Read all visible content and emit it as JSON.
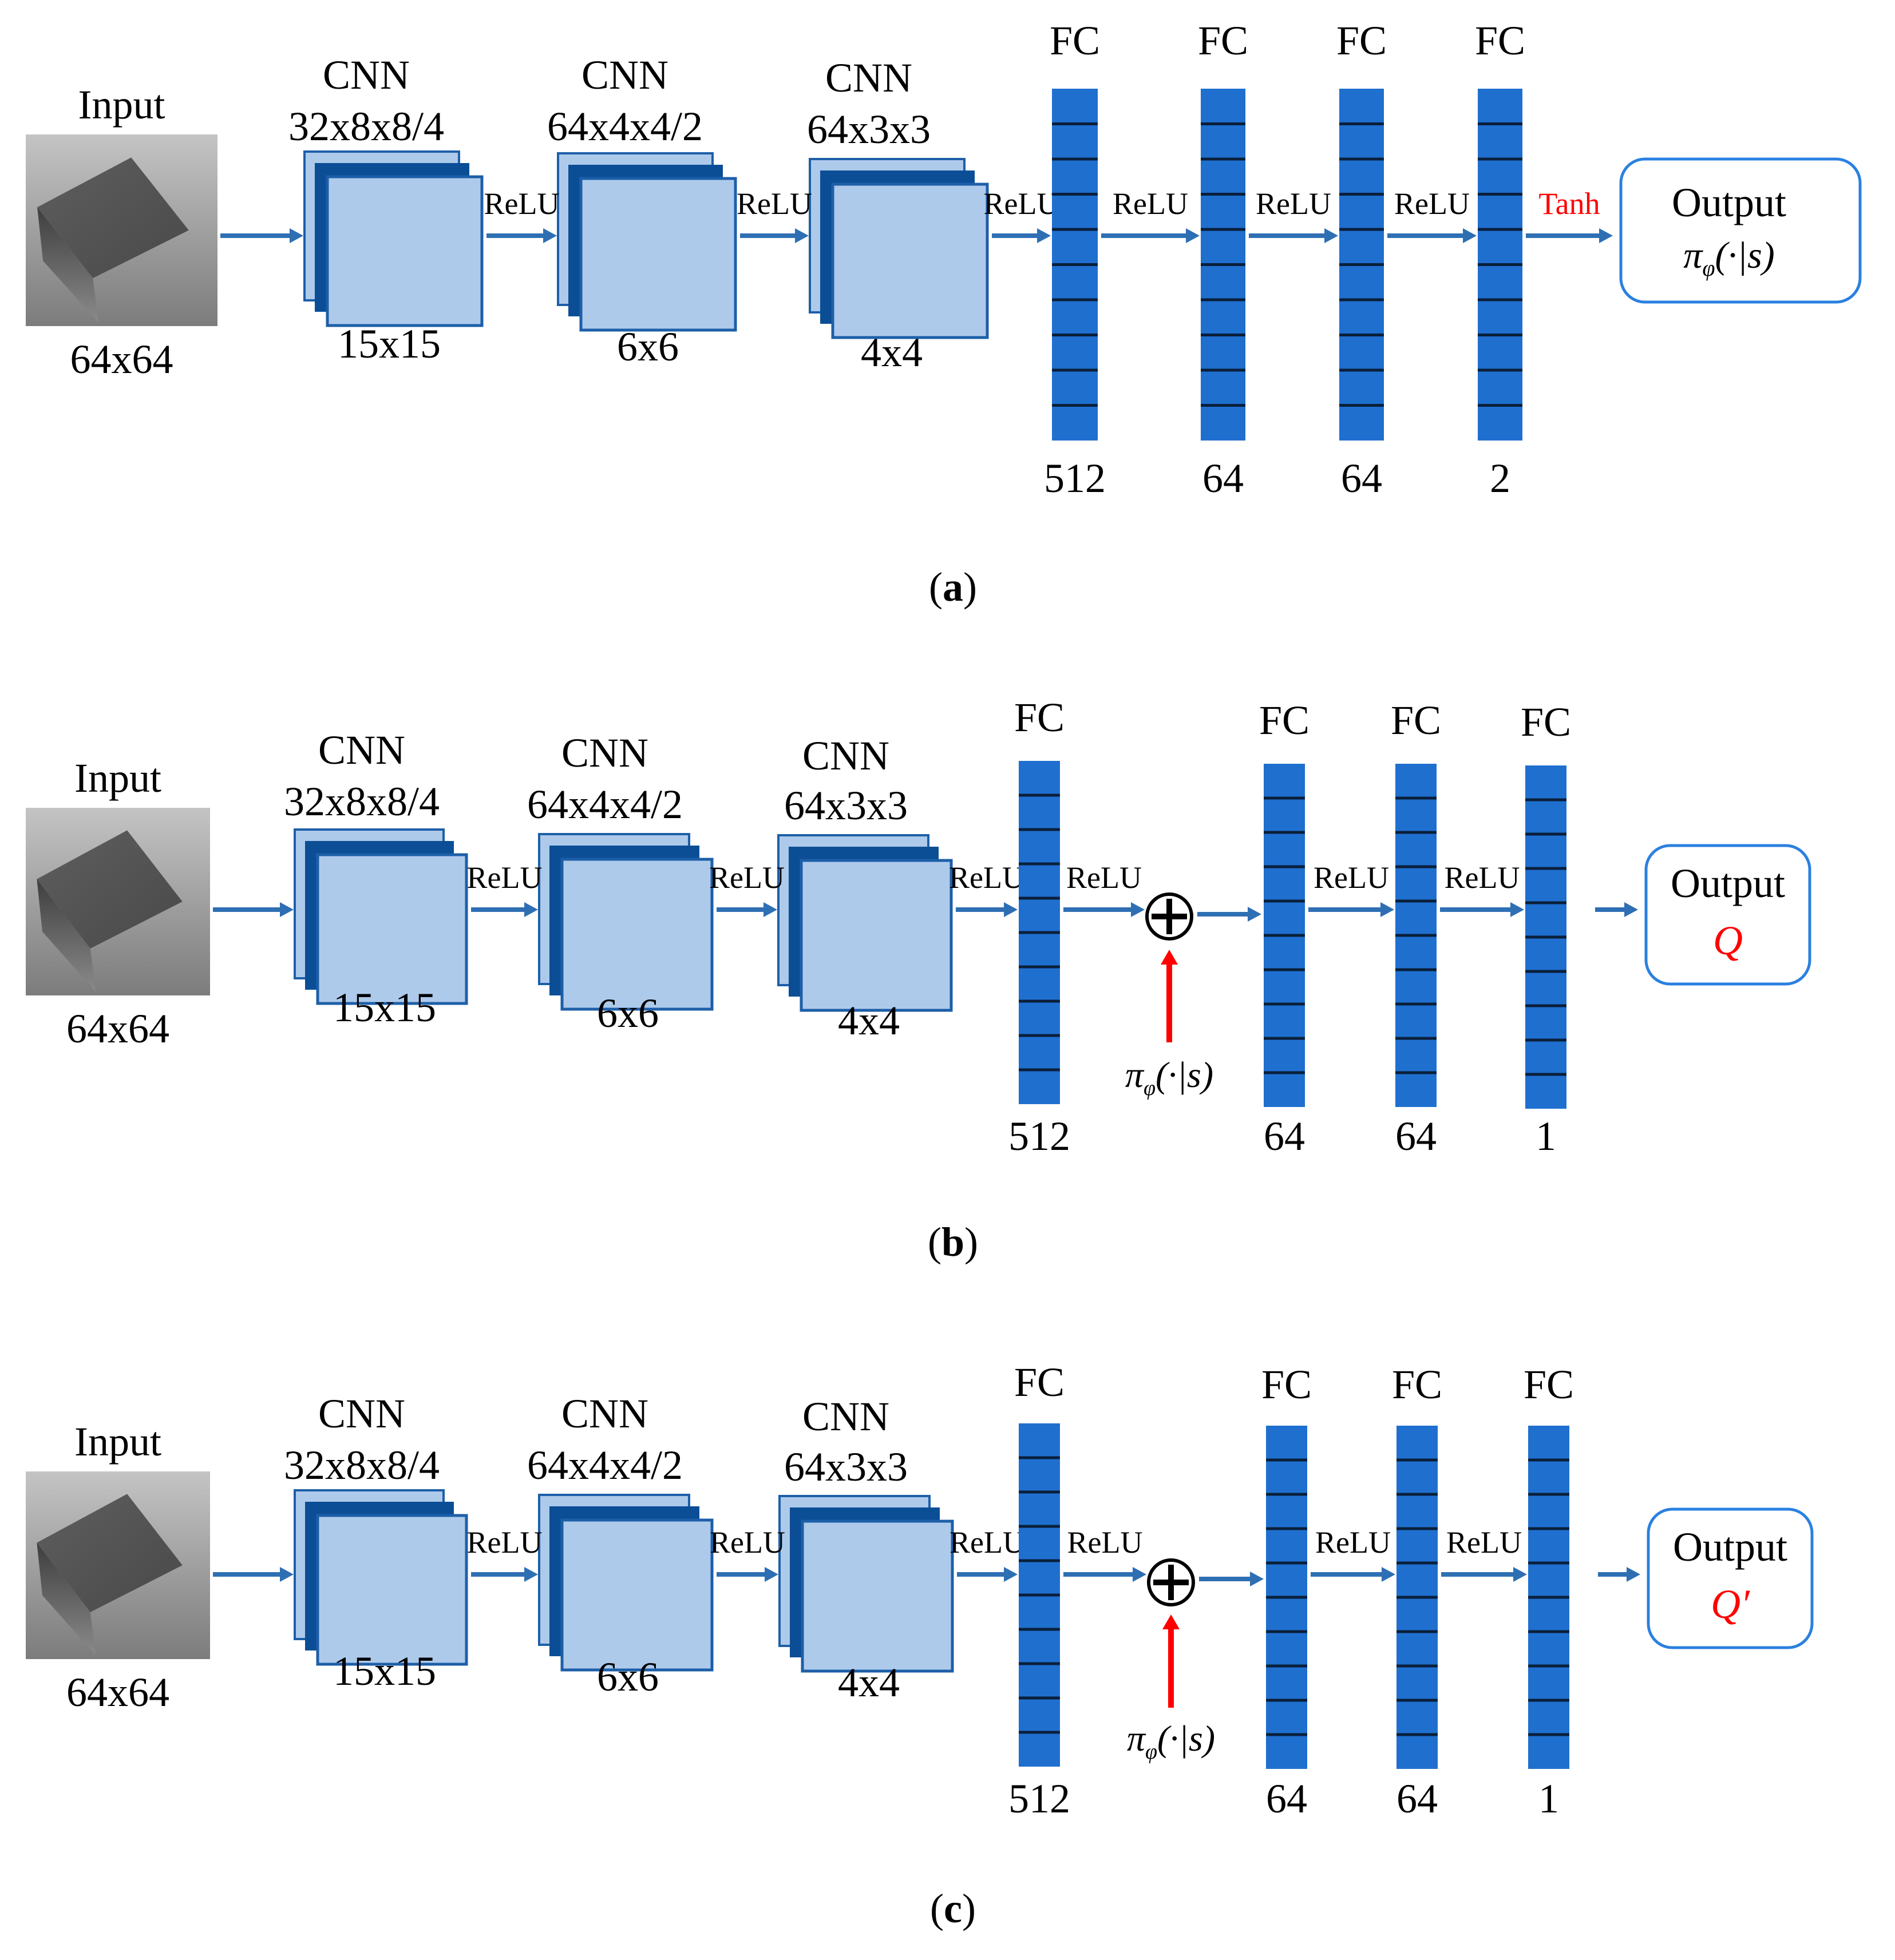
{
  "colors": {
    "arrow": "#2e6fb4",
    "fc_fill": "#1f6fcf",
    "fc_line": "#0a1f3a",
    "cnn_dark": "#0b4e96",
    "cnn_light": "#aecaeb",
    "cnn_stroke": "#1d5fa8",
    "output_border": "#2a80e0",
    "accent_red": "#ff0000"
  },
  "panels": [
    {
      "id": "a",
      "caption": "a",
      "input": {
        "title": "Input",
        "size": "64x64"
      },
      "cnn": [
        {
          "title": "CNN",
          "spec": "32x8x8/4",
          "out": "15x15"
        },
        {
          "title": "CNN",
          "spec": "64x4x4/2",
          "out": "6x6"
        },
        {
          "title": "CNN",
          "spec": "64x3x3",
          "out": "4x4"
        }
      ],
      "activations": [
        "ReLU",
        "ReLU",
        "ReLU",
        "ReLU",
        "ReLU",
        "ReLU"
      ],
      "final_activation": "Tanh",
      "fc": [
        {
          "title": "FC",
          "units": "512"
        },
        {
          "title": "FC",
          "units": "64"
        },
        {
          "title": "FC",
          "units": "64"
        },
        {
          "title": "FC",
          "units": "2"
        }
      ],
      "output": {
        "title": "Output",
        "symbol": "π",
        "subscript": "φ",
        "args": "(·|s)"
      }
    },
    {
      "id": "b",
      "caption": "b",
      "input": {
        "title": "Input",
        "size": "64x64"
      },
      "cnn": [
        {
          "title": "CNN",
          "spec": "32x8x8/4",
          "out": "15x15"
        },
        {
          "title": "CNN",
          "spec": "64x4x4/2",
          "out": "6x6"
        },
        {
          "title": "CNN",
          "spec": "64x3x3",
          "out": "4x4"
        }
      ],
      "activations": [
        "ReLU",
        "ReLU",
        "ReLU",
        "ReLU",
        "ReLU",
        "ReLU"
      ],
      "fc": [
        {
          "title": "FC",
          "units": "512"
        },
        {
          "title": "FC",
          "units": "64"
        },
        {
          "title": "FC",
          "units": "64"
        },
        {
          "title": "FC",
          "units": "1"
        }
      ],
      "concat": {
        "symbol": "π",
        "subscript": "φ",
        "args": "(·|s)"
      },
      "output": {
        "title": "Output",
        "value": "Q"
      }
    },
    {
      "id": "c",
      "caption": "c",
      "input": {
        "title": "Input",
        "size": "64x64"
      },
      "cnn": [
        {
          "title": "CNN",
          "spec": "32x8x8/4",
          "out": "15x15"
        },
        {
          "title": "CNN",
          "spec": "64x4x4/2",
          "out": "6x6"
        },
        {
          "title": "CNN",
          "spec": "64x3x3",
          "out": "4x4"
        }
      ],
      "activations": [
        "ReLU",
        "ReLU",
        "ReLU",
        "ReLU",
        "ReLU",
        "ReLU"
      ],
      "fc": [
        {
          "title": "FC",
          "units": "512"
        },
        {
          "title": "FC",
          "units": "64"
        },
        {
          "title": "FC",
          "units": "64"
        },
        {
          "title": "FC",
          "units": "1"
        }
      ],
      "concat": {
        "symbol": "π",
        "subscript": "φ",
        "args": "(·|s)"
      },
      "output": {
        "title": "Output",
        "value": "Q′"
      }
    }
  ]
}
